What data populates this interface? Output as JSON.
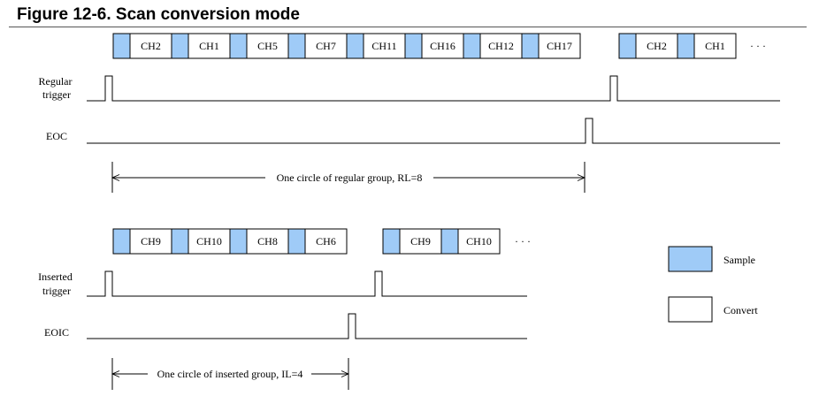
{
  "figure": {
    "title": "Figure 12-6. Scan conversion mode"
  },
  "colors": {
    "sample": "#9fcbf7",
    "convert": "#ffffff",
    "stroke": "#000000"
  },
  "regular": {
    "channels": [
      "CH2",
      "CH1",
      "CH5",
      "CH7",
      "CH11",
      "CH16",
      "CH12",
      "CH17"
    ],
    "next_channels": [
      "CH2",
      "CH1"
    ],
    "trigger_label": [
      "Regular",
      "trigger"
    ],
    "eoc_label": "EOC",
    "measure_label": "One circle of regular group, RL=8"
  },
  "inserted": {
    "channels": [
      "CH9",
      "CH10",
      "CH8",
      "CH6"
    ],
    "next_channels": [
      "CH9",
      "CH10"
    ],
    "trigger_label": [
      "Inserted",
      "trigger"
    ],
    "eoc_label": "EOIC",
    "measure_label": "One circle of inserted group, IL=4"
  },
  "ellipsis": "· · ·",
  "legend": {
    "sample": "Sample",
    "convert": "Convert"
  }
}
